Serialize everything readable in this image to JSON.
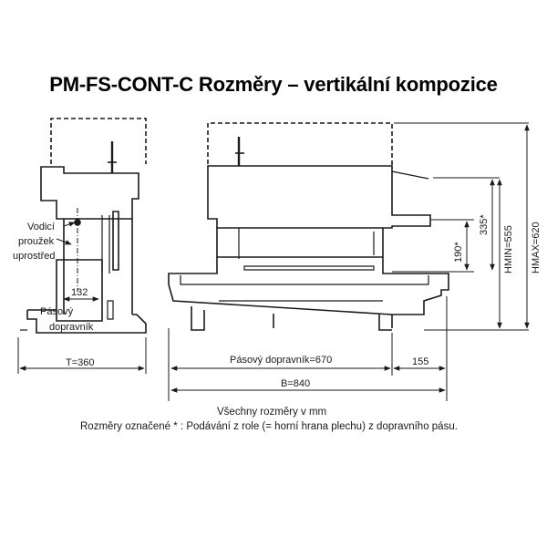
{
  "title": "PM-FS-CONT-C Rozměry – vertikální kompozice",
  "labels": {
    "guide_line1": "Vodicí",
    "guide_line2": "proužek",
    "guide_line3": "uprostřed",
    "conveyor_line1": "Pásový",
    "conveyor_line2": "dopravník",
    "dim_132": "132",
    "dim_T": "T=360",
    "dim_conveyor": "Pásový dopravník=670",
    "dim_155": "155",
    "dim_B": "B=840",
    "dim_190": "190*",
    "dim_335": "335*",
    "dim_hmin": "HMIN=555",
    "dim_hmax": "HMAX=620"
  },
  "notes": {
    "line1": "Všechny rozměry v mm",
    "line2": "Rozměry označené * : Podávání z role (= horní hrana plechu) z dopravního pásu."
  },
  "colors": {
    "ink": "#1a1a1a",
    "background": "#ffffff"
  }
}
